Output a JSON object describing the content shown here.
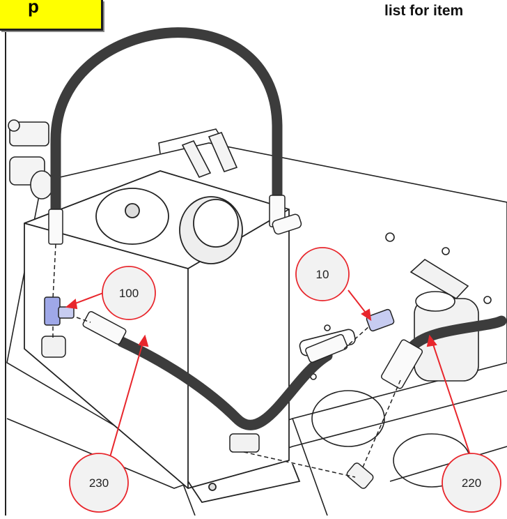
{
  "header": {
    "tab_text": "p",
    "tab_color": "#ffff00",
    "caption_text": "list for item"
  },
  "callouts": [
    {
      "id": "callout-100",
      "label": "100"
    },
    {
      "id": "callout-10",
      "label": "10"
    },
    {
      "id": "callout-230",
      "label": "230"
    },
    {
      "id": "callout-220",
      "label": "220"
    }
  ],
  "colors": {
    "callout_stroke": "#e8262c",
    "callout_fill": "#f2f2f2",
    "hose": "#3c3c3c",
    "fitting_highlight": "#9fa8e8",
    "line": "#222222"
  }
}
